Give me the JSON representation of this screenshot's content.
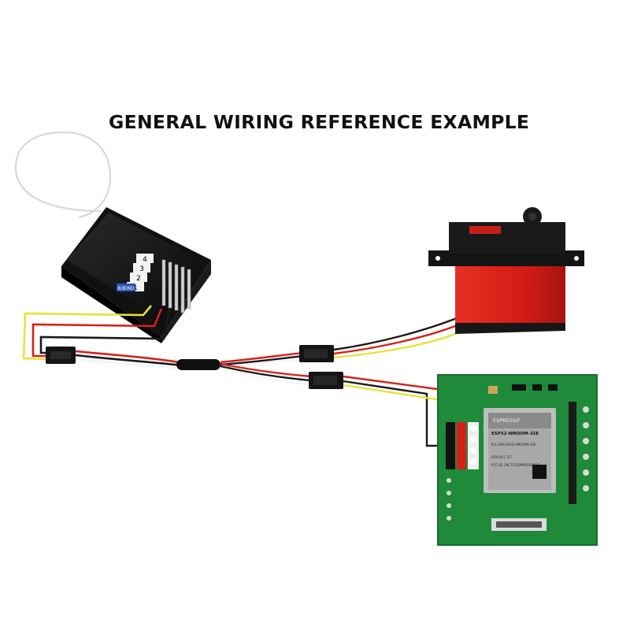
{
  "title": "GENERAL WIRING REFERENCE EXAMPLE",
  "receiver": {
    "channels": [
      "4",
      "3",
      "2",
      "1"
    ],
    "bind_label": "B/BIND"
  },
  "servo": {
    "brand_label": ""
  },
  "esp_module": {
    "vendor": "ESPRESSIF",
    "model": "ESP32-WROOM-32E",
    "line3": "R-C-ESP-ESP32-WROOM-32E",
    "line4": "XTAL40  [ ]27",
    "line5": "FCC ID: 2AC7Z-ESPWROOM32E"
  },
  "colors": {
    "background": "#ffffff",
    "pcb_green": "#1f8a3a",
    "servo_red": "#d9201b",
    "wire_yellow": "#e8e23a",
    "wire_red": "#d4211b",
    "wire_black": "#1a1a1a"
  }
}
